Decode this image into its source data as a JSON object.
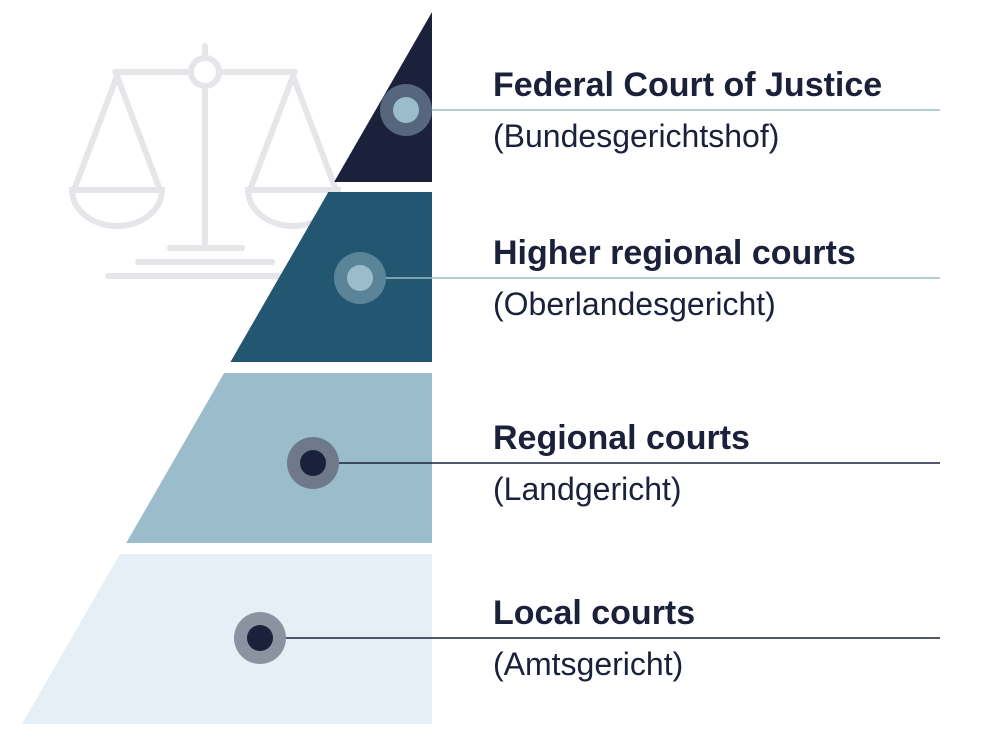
{
  "tiers": [
    {
      "title": "Federal Court of Justice",
      "subtitle": "(Bundesgerichtshof)",
      "fill": "#1c213b",
      "dot_outer": "#56667d",
      "dot_inner": "#9bbccb",
      "line": "#9bbccb"
    },
    {
      "title": "Higher regional courts",
      "subtitle": "(Oberlandesgericht)",
      "fill": "#235670",
      "dot_outer": "#5b8499",
      "dot_inner": "#9bbccb",
      "line": "#9bbccb"
    },
    {
      "title": "Regional courts",
      "subtitle": "(Landgericht)",
      "fill": "#9bbccb",
      "dot_outer": "#6e7a8b",
      "dot_inner": "#1c213b",
      "line": "#1c213b"
    },
    {
      "title": "Local courts",
      "subtitle": "(Amtsgericht)",
      "fill": "#e6eff5",
      "dot_outer": "#8c93a0",
      "dot_inner": "#1c213b",
      "line": "#1c213b"
    }
  ],
  "icon": "scales-of-justice-icon",
  "icon_color": "#e4e6e9"
}
